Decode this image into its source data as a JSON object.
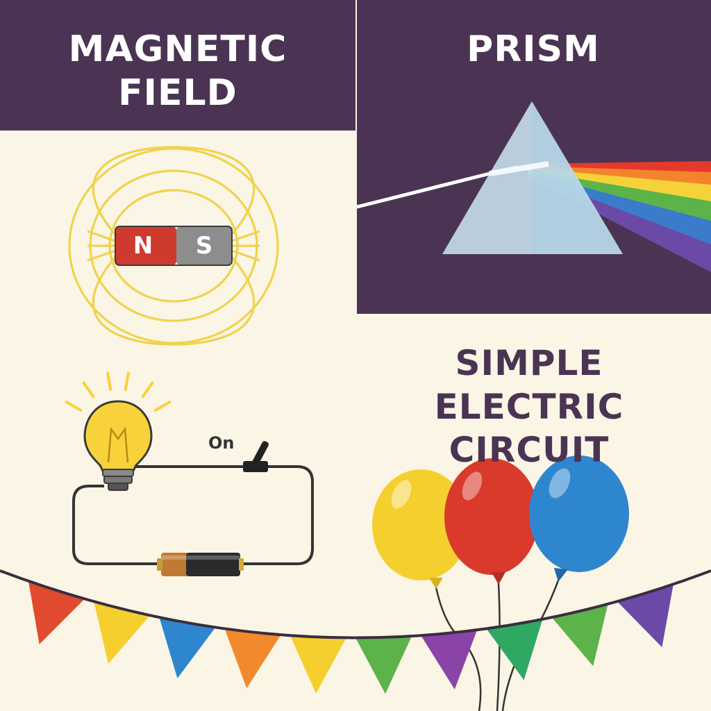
{
  "colors": {
    "background": "#fbf5e6",
    "panel": "#4b3453",
    "title_light": "#ffffff",
    "title_dark": "#4b3453",
    "field_lines": "#efd34c",
    "magnet_north": "#cf3a2f",
    "magnet_south": "#8d8d8d",
    "bulb": "#f7d23a",
    "wire": "#333333",
    "balloon_yellow": "#f5cf2e",
    "balloon_red": "#d93a2c",
    "balloon_blue": "#2e86cf"
  },
  "magnetic_field": {
    "title_line1": "MAGNETIC",
    "title_line2": "FIELD",
    "north_label": "N",
    "south_label": "S"
  },
  "prism": {
    "title": "PRISM",
    "spectrum_colors": [
      "#e53a2b",
      "#f3842b",
      "#f6d23a",
      "#5bb34a",
      "#3a7cc9",
      "#6a4aa6"
    ]
  },
  "circuit": {
    "title_line1": "SIMPLE",
    "title_line2": "ELECTRIC CIRCUIT",
    "switch_label": "On"
  },
  "bunting": {
    "flag_colors": [
      "#e04a2e",
      "#f5cf2e",
      "#2e86cf",
      "#f08a2c",
      "#f5cf2e",
      "#5bb34a",
      "#8a44a8",
      "#2fa864",
      "#5bb34a",
      "#6a4aa6"
    ]
  }
}
